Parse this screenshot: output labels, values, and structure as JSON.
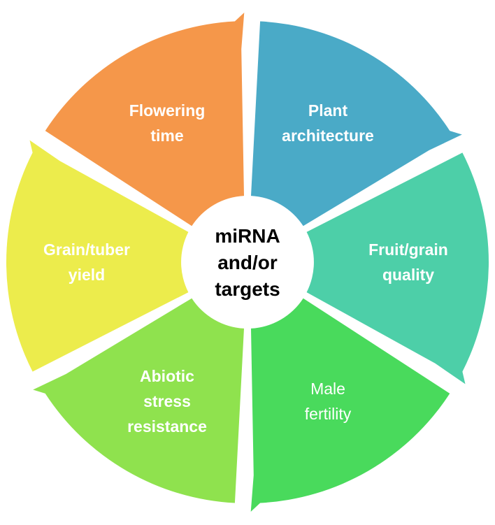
{
  "diagram": {
    "center": {
      "lines": [
        "miRNA",
        "and/or",
        "targets"
      ],
      "fill": "#ffffff",
      "text_color": "#000000"
    },
    "segments": [
      {
        "id": "plant-architecture",
        "lines": [
          "Plant",
          "architecture"
        ],
        "color": "#4aaac7",
        "weight": "bold"
      },
      {
        "id": "fruit-grain-quality",
        "lines": [
          "Fruit/grain",
          "quality"
        ],
        "color": "#4dcfa8",
        "weight": "bold"
      },
      {
        "id": "male-fertility",
        "lines": [
          "Male",
          "fertility"
        ],
        "color": "#49da5c",
        "weight": "normal"
      },
      {
        "id": "abiotic-stress-resistance",
        "lines": [
          "Abiotic",
          "stress",
          "resistance"
        ],
        "color": "#8fe24e",
        "weight": "bold"
      },
      {
        "id": "grain-tuber-yield",
        "lines": [
          "Grain/tuber",
          "yield"
        ],
        "color": "#ecec4c",
        "weight": "bold"
      },
      {
        "id": "flowering-time",
        "lines": [
          "Flowering",
          "time"
        ],
        "color": "#f5974a",
        "weight": "bold"
      }
    ]
  }
}
